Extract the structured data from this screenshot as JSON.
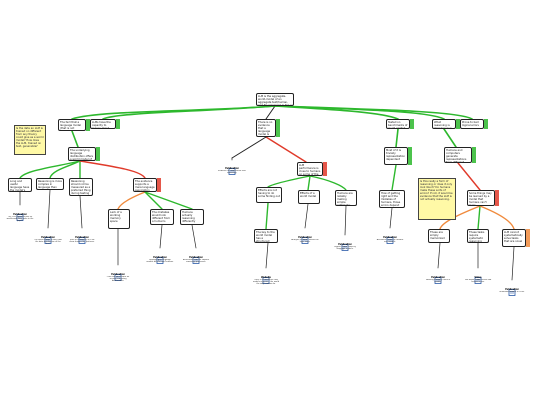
{
  "colors": {
    "support": "#2db82d",
    "oppose": "#e03a2a",
    "neutral": "#222222",
    "rebuttal": "#f08a3c",
    "note_bg": "#fff9a6"
  },
  "root": {
    "text": "LLM is the aggregate-world-model of an aggregate text/human, and it's reasoning is like a human does."
  },
  "claims": [
    {
      "id": "c1",
      "text": "The fact that a language model (that is not trained on world data) can mimic language"
    },
    {
      "id": "c2",
      "text": "LLMs have the capacity to reason about the world"
    },
    {
      "id": "c3",
      "text": "There is no evidence that a language model is actually similar to how humans represent the world."
    },
    {
      "id": "c4",
      "text": "Tested on benchmarks of world-related reasoning"
    },
    {
      "id": "c5",
      "text": "What reasoning is showing up is not reasoning"
    },
    {
      "id": "c6",
      "text": "Prone to bad logical errors"
    },
    {
      "id": "c7",
      "text": "The underlying language distribution offers a world model of the data"
    },
    {
      "id": "c8",
      "text": "Long and useful language have the model's inherent abstractions"
    },
    {
      "id": "c9",
      "text": "LLM performance is close to humans on some of the tasks required by the benchmark tests"
    },
    {
      "id": "c10",
      "text": "Reasoning is more complex in language than humans, resulting in different patterns"
    },
    {
      "id": "c11",
      "text": "Reasoning should not be measured as a preferred thing during testing"
    },
    {
      "id": "c12",
      "text": "The evidence supports a mere language association process"
    },
    {
      "id": "c13",
      "text": "Effects are not having to do some finding out"
    },
    {
      "id": "c14",
      "text": "Effects of a world model"
    },
    {
      "id": "c15",
      "text": "Most of it is trivially representation dependent"
    },
    {
      "id": "c16",
      "text": "How of getting right and the mistakes of humans, those errors depend on circumstances"
    },
    {
      "id": "c17",
      "text": "Humans are reliably making simple arithmetic errors"
    },
    {
      "id": "c18",
      "text": "Lack of a working memory space"
    },
    {
      "id": "c19",
      "text": "The mistakes would look different from a human's"
    },
    {
      "id": "c20",
      "text": "Humans actually reasoning differently"
    },
    {
      "id": "c21",
      "text": "The key to the world model has a structured world"
    },
    {
      "id": "c22",
      "text": "Humans and computers generate representations from different sources"
    },
    {
      "id": "c23",
      "text": "Some things may be learned by a model that humans can't learn"
    },
    {
      "id": "c24",
      "text": "These are simply memorized"
    },
    {
      "id": "c25",
      "text": "These tasks require systematic reasoning"
    },
    {
      "id": "c26",
      "text": "LLM cannot systematically solve tasks that are novel"
    },
    {
      "id": "c27",
      "text": "Learns a relational model"
    },
    {
      "id": "c28",
      "text": "Training data overlap"
    },
    {
      "id": "c29",
      "text": "Errors are similar to human errors"
    },
    {
      "id": "c30",
      "text": "Scale alone"
    }
  ],
  "notes": [
    {
      "id": "n1",
      "text": "Is the data an LLM is trained on different from any theory could give as a world model? How does the LLM, trained on text, generalize?"
    },
    {
      "id": "n2",
      "text": "Is this really a form of reasoning or does it only look like it? Do humans make these sorts of errors? If not, it would be evidence that the LLM is not actually reasoning."
    }
  ],
  "sources": [
    {
      "id": "s1",
      "label": "Publication",
      "text": "The LLM performs well on world-modelling tasks in the paper."
    },
    {
      "id": "s2",
      "label": "Publication",
      "text": "The world model is built from the data distribution of the text."
    },
    {
      "id": "s3",
      "label": "Publication",
      "text": "Tests of reasoning in LLMs show human-like patterns."
    },
    {
      "id": "s4",
      "label": "Publication",
      "text": "LLMs match humans on several reasoning benchmarks."
    },
    {
      "id": "s5",
      "label": "Publication",
      "text": "Reasoning in language models differs from humans."
    },
    {
      "id": "s6",
      "label": "Publication",
      "text": "Benchmarks do not capture reasoning processes."
    },
    {
      "id": "s7",
      "label": "Publication",
      "text": "Evidence for association over reasoning."
    },
    {
      "id": "s8",
      "label": "Website",
      "text": "There is no evidence that models represent the world the way humans do."
    },
    {
      "id": "s9",
      "label": "Publication",
      "text": "Analysis of model failures on logic tasks."
    },
    {
      "id": "s10",
      "label": "Publication",
      "text": "Logical errors made by language models."
    },
    {
      "id": "s11",
      "label": "Publication",
      "text": "Arithmetic errors in humans and models."
    },
    {
      "id": "s12",
      "label": "Publication",
      "text": "Working memory limits in models."
    },
    {
      "id": "s13",
      "label": "Video",
      "text": "Talk about model errors and human errors."
    },
    {
      "id": "s14",
      "label": "Publication",
      "text": "Relational models in LLMs."
    },
    {
      "id": "s15",
      "label": "Publication",
      "text": "Data overlap in training sets."
    },
    {
      "id": "s16",
      "label": "Publication",
      "text": "Similar error patterns in humans and LLMs."
    },
    {
      "id": "s17",
      "label": "Publication",
      "text": "Scaling laws and reasoning."
    }
  ]
}
